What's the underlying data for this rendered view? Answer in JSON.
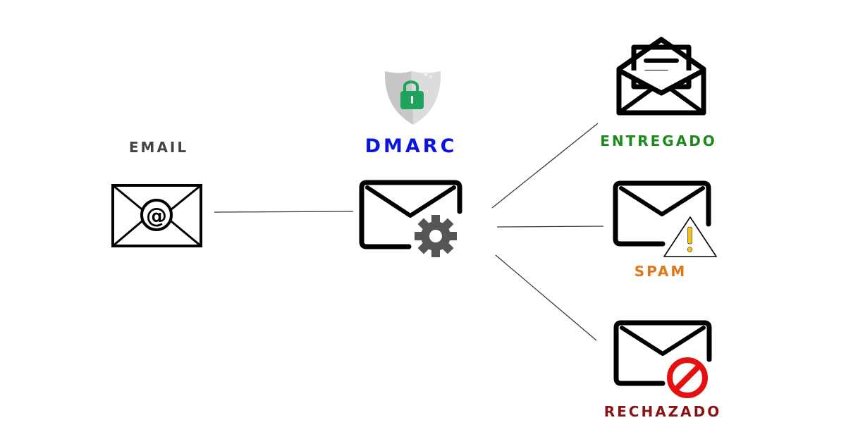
{
  "labels": {
    "email": "EMAIL",
    "dmarc": "DMARC",
    "delivered": "ENTREGADO",
    "spam": "SPAM",
    "rejected": "RECHAZADO"
  },
  "colors": {
    "email": "#444444",
    "dmarc": "#0a15e0",
    "delivered": "#1d8a1d",
    "spam": "#e0781a",
    "rejected": "#8a1414",
    "envelope": "#000000",
    "gear": "#555555",
    "shield": "#c7c7c7",
    "lock": "#1fa35c",
    "warning": "#f2c318",
    "prohibited": "#e61010"
  },
  "icons": {
    "email": "at-envelope-icon",
    "dmarc_shield": "shield-lock-icon",
    "dmarc": "envelope-gear-icon",
    "delivered": "open-envelope-icon",
    "spam": "envelope-warning-icon",
    "rejected": "envelope-prohibited-icon"
  }
}
